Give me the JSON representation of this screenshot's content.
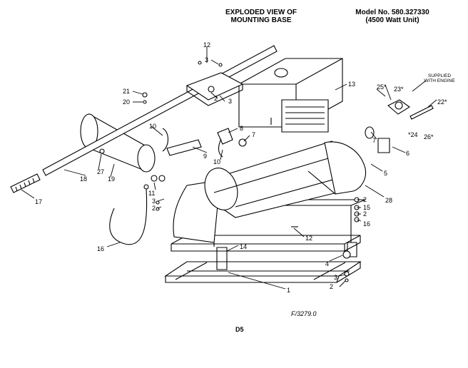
{
  "title": {
    "line1": "EXPLODED VIEW OF",
    "line2": "MOUNTING BASE"
  },
  "model": {
    "line1": "Model No. 580.327330",
    "line2": "(4500 Watt Unit)"
  },
  "supplied_note": {
    "line1": "SUPPLIED",
    "line2": "WITH ENGINE"
  },
  "footer": {
    "code": "D5",
    "ref": "F/3279.0"
  },
  "callouts": {
    "c1": "1",
    "c2a": "2",
    "c2b": "2",
    "c2c": "2",
    "c2d": "2",
    "c2e": "2",
    "c3a": "3",
    "c3b": "3",
    "c3c": "3",
    "c3d": "3",
    "c4": "4",
    "c5": "5",
    "c6": "6",
    "c7a": "7",
    "c7b": "7",
    "c8": "8",
    "c9": "9",
    "c10a": "10",
    "c10b": "10",
    "c11": "11",
    "c12a": "12",
    "c12b": "12",
    "c13": "13",
    "c14": "14",
    "c15": "15",
    "c16a": "16",
    "c16b": "16",
    "c17": "17",
    "c18": "18",
    "c19": "19",
    "c20": "20",
    "c21": "21",
    "c22": "22*",
    "c23": "23*",
    "c24": "*24",
    "c25": "25*",
    "c26": "26*",
    "c27": "27",
    "c28": "28"
  }
}
